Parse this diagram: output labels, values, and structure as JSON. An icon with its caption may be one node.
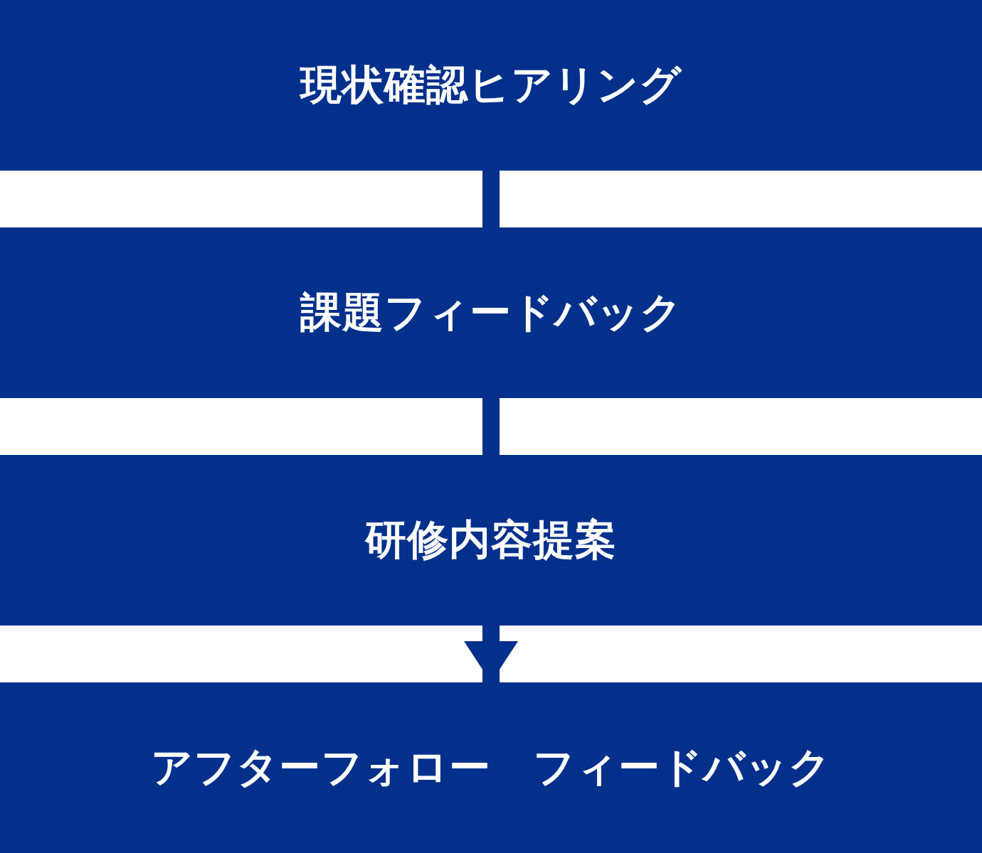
{
  "diagram": {
    "nodes": [
      {
        "text": [
          "現状確認ヒアリング"
        ]
      },
      {
        "text": [
          "課題フィードバック"
        ]
      },
      {
        "text": [
          "研修内容提案"
        ]
      },
      {
        "text": [
          "アフターフォロー　フィードバック"
        ]
      }
    ],
    "edges": [
      {
        "from": 0,
        "to": 1,
        "arrow": "none"
      },
      {
        "from": 1,
        "to": 2,
        "arrow": "none"
      },
      {
        "from": 2,
        "to": 3,
        "arrow": "to"
      }
    ]
  }
}
